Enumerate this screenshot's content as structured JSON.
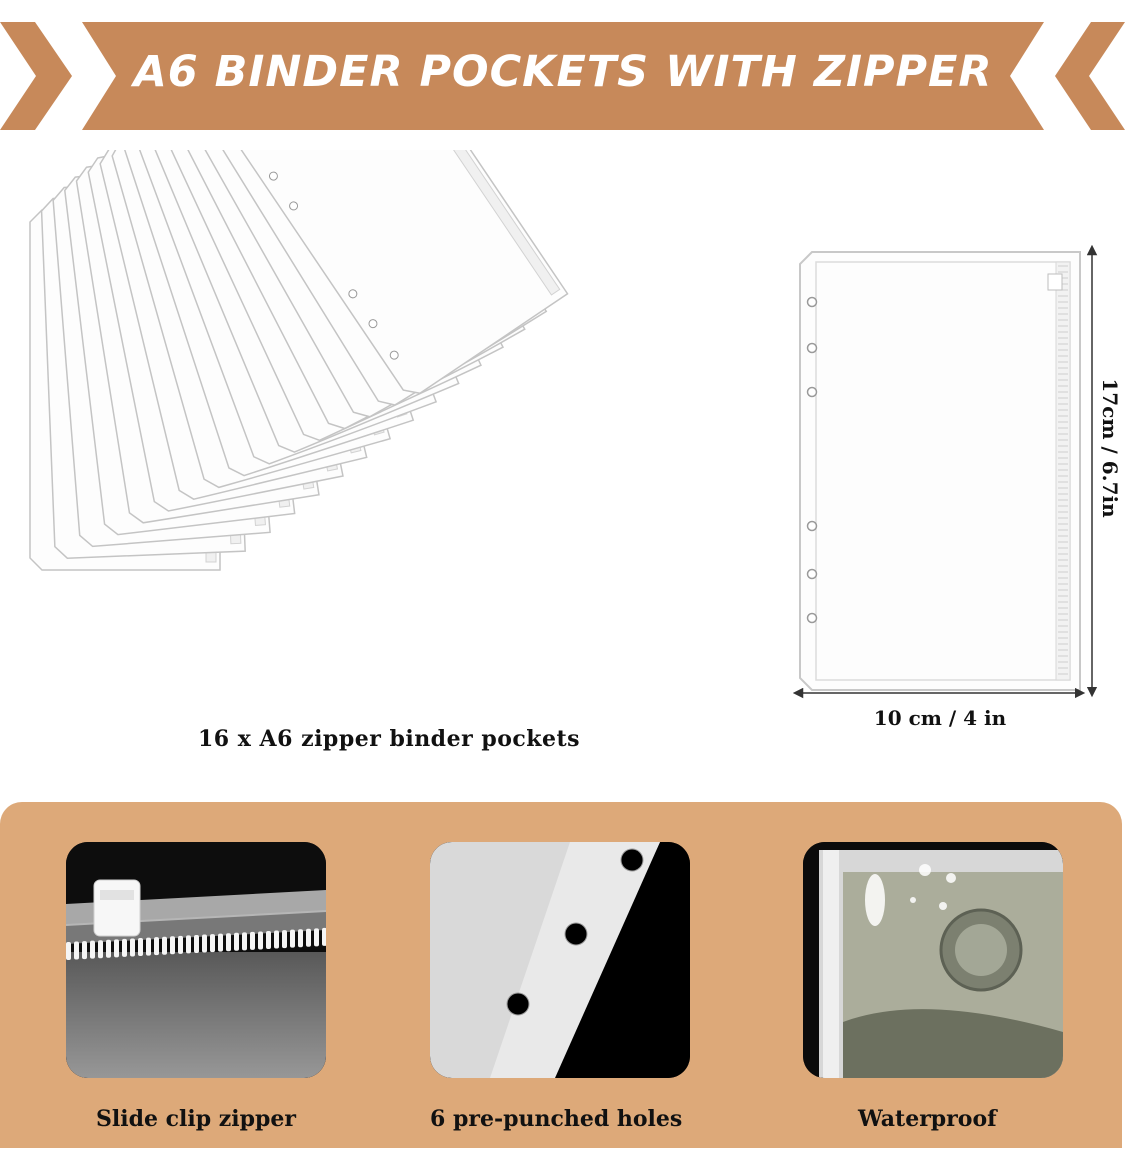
{
  "banner": {
    "title": "A6 BINDER POCKETS WITH ZIPPER",
    "color": "#c7895a"
  },
  "product": {
    "stack_caption": "16 x A6 zipper binder pockets",
    "width_label": "10 cm / 4 in",
    "height_label": "17cm / 6.7in"
  },
  "features": {
    "panel_color": "#dda979",
    "items": [
      {
        "label": "Slide clip zipper",
        "icon": "zipper-closeup"
      },
      {
        "label": "6 pre-punched holes",
        "icon": "punched-holes-closeup"
      },
      {
        "label": "Waterproof",
        "icon": "waterproof-closeup"
      }
    ]
  }
}
